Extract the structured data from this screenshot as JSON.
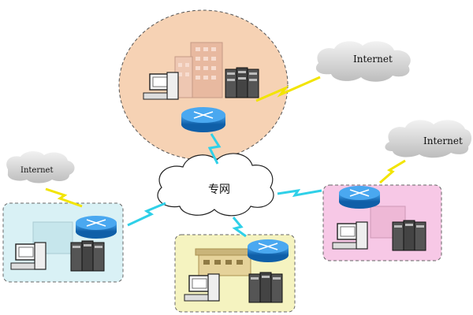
{
  "labels": {
    "center_network": "专网",
    "internet_top": "Internet",
    "internet_right": "Internet",
    "internet_left": "Internet"
  },
  "colors": {
    "top_site_fill": "#f6d2b4",
    "left_site_fill": "#d9f1f5",
    "bottom_site_fill": "#f5f3c0",
    "right_site_fill": "#f7c8e6",
    "router_blue": "#1f7fd1",
    "lightning_yellow": "#f2e400",
    "lightning_cyan": "#2fd0e8",
    "cloud_gray": "#d6d6d6"
  },
  "icons": [
    "router-icon",
    "pc-icon",
    "server-rack-icon",
    "building-icon",
    "cloud-icon",
    "lightning-icon"
  ]
}
